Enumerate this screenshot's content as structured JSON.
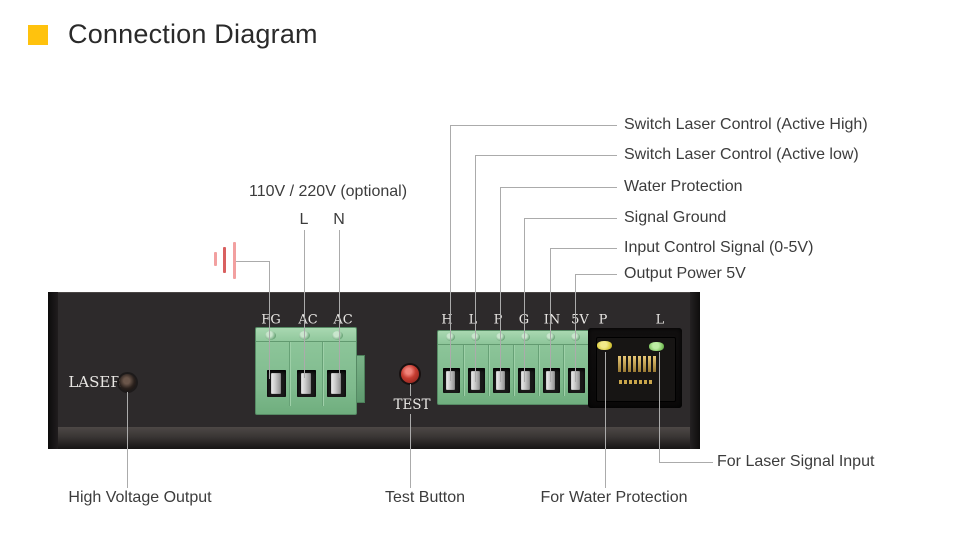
{
  "title": {
    "text": "Connection Diagram",
    "bullet_color": "#FFC20D"
  },
  "power_input": {
    "label": "110V / 220V (optional)",
    "live_label": "L",
    "neutral_label": "N",
    "ground_symbol_color": "#E06A6A"
  },
  "device": {
    "panel_color": "#2D2A2B",
    "terminal_green": "#7FBA8D",
    "laser_port_label": "LASER",
    "test_button_label": "TEST",
    "test_button_color": "#C63C31",
    "ac_terminal_labels": [
      "FG",
      "AC",
      "AC"
    ],
    "signal_terminal_labels": [
      "H",
      "L",
      "P",
      "G",
      "IN",
      "5V"
    ],
    "rj45_led_labels": [
      "P",
      "L"
    ],
    "led_yellow": "#D8C93B",
    "led_green": "#7CC25C"
  },
  "callouts": {
    "line_color": "#ABABAB",
    "right": [
      "Switch Laser Control (Active High)",
      "Switch Laser Control (Active low)",
      "Water Protection",
      "Signal Ground",
      "Input Control Signal (0-5V)",
      "Output Power 5V"
    ],
    "bottom": [
      "High Voltage Output",
      "Test Button",
      "For Water Protection"
    ],
    "laser_signal": "For Laser Signal Input"
  }
}
